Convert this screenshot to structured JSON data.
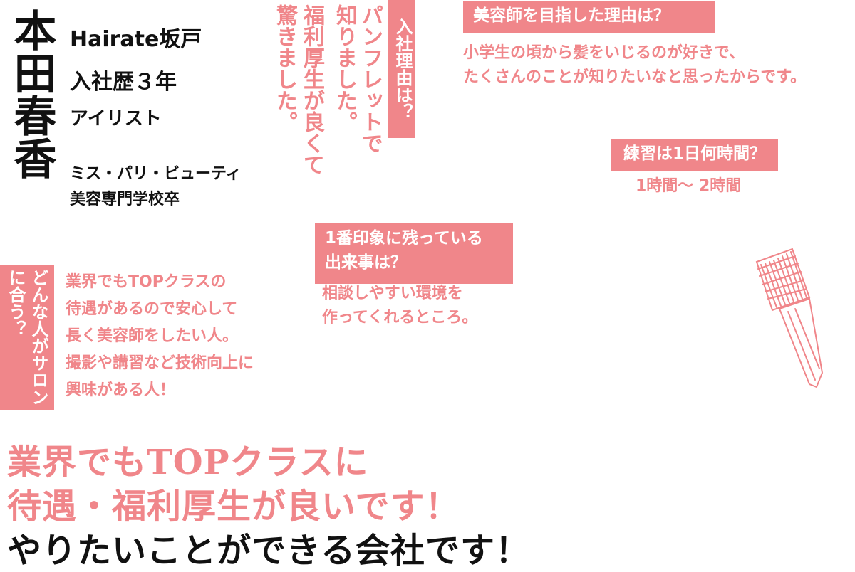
{
  "profile": {
    "name": "本田春香",
    "salon": "Hairate坂戸",
    "years": "入社歴３年",
    "role": "アイリスト",
    "school_line1": "ミス・パリ・ビューティ",
    "school_line2": "美容専門学校卒"
  },
  "reason_join": {
    "label": "入社理由は？",
    "answer_columns": [
      "パンフレットで",
      "知りました。",
      "福利厚生が良くて",
      "驚きました。"
    ]
  },
  "reason_hairdresser": {
    "label": "美容師を目指した理由は？",
    "answer_lines": [
      "小学生の頃から髪をいじるのが好きで、",
      "たくさんのことが知りたいなと思ったからです。"
    ]
  },
  "practice": {
    "label": "練習は1日何時間？",
    "answer": "1時間〜 2時間"
  },
  "memory": {
    "label_lines": [
      "1番印象に残っている",
      "出来事は？"
    ],
    "answer_lines": [
      "相談しやすい環境を",
      "作ってくれるところ。"
    ]
  },
  "who_fits": {
    "label": "どんな人がサロンに合う？",
    "answer_lines": [
      "業界でもTOPクラスの",
      "待遇があるので安心して",
      "長く美容師をしたい人。",
      "撮影や講習など技術向上に",
      "興味がある人！"
    ]
  },
  "headline": {
    "line1": "業界でもTOPクラスに",
    "line2": "待遇・福利厚生が良いです！",
    "line3": "やりたいことができる会社です！"
  },
  "colors": {
    "accent": "#f0868a",
    "text": "#111111",
    "background": "#ffffff"
  },
  "icons": {
    "comb": "tint-brush-comb-icon"
  }
}
